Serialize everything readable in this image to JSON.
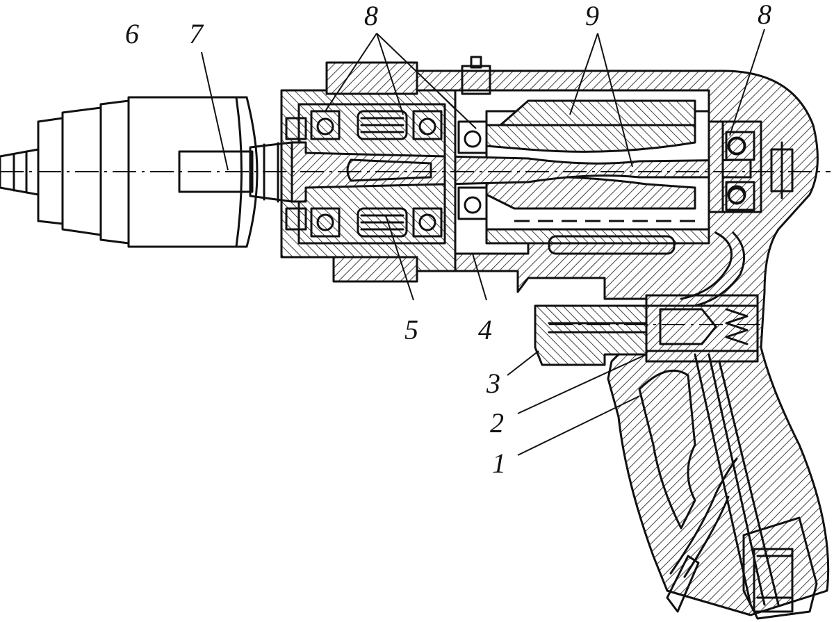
{
  "labels": [
    "1",
    "2",
    "3",
    "4",
    "5",
    "6",
    "7",
    "8",
    "8",
    "9"
  ],
  "colors": {
    "ink": "#111111",
    "paper": "#ffffff"
  }
}
